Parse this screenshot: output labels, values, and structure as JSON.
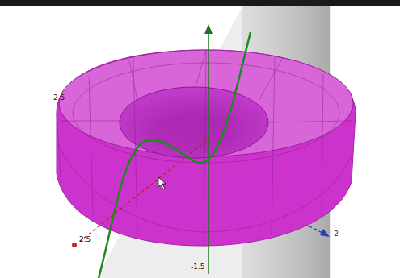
{
  "diagram": {
    "labels": [
      "2.5",
      "2.5",
      "-2",
      "-1.5"
    ]
  }
}
